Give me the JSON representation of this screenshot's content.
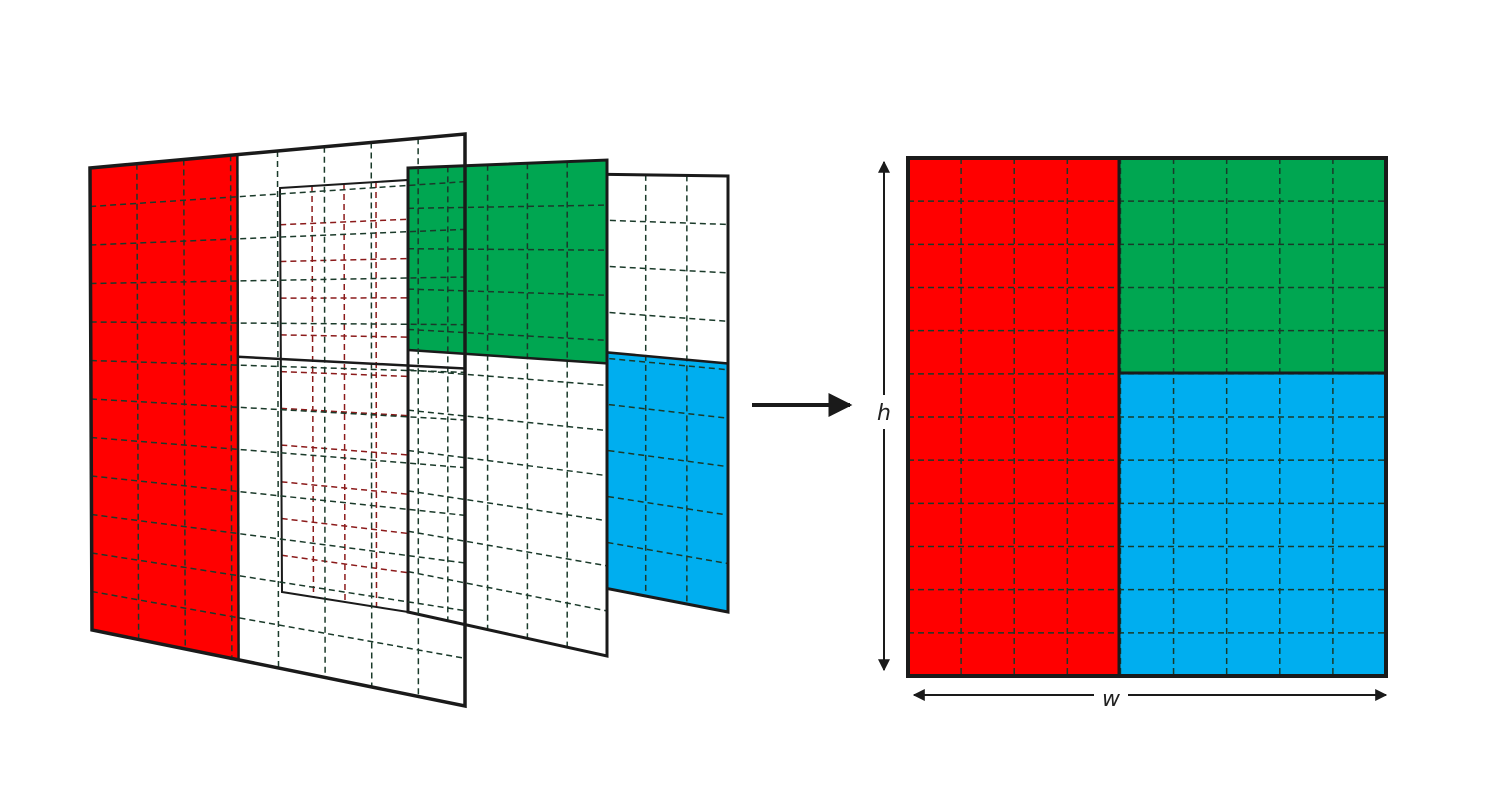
{
  "colors": {
    "red": "#ff0000",
    "green": "#00a651",
    "blue": "#00aeef",
    "white": "#ffffff",
    "border": "#1a1a1a",
    "grid_dark": "#1a3a2a",
    "grid_red": "#8b1a1a"
  },
  "layers": [
    {
      "name": "layer-front",
      "fill_region": "left-third",
      "fill": "red"
    },
    {
      "name": "layer-middle",
      "fill_region": "top-right",
      "fill": "green"
    },
    {
      "name": "layer-back",
      "fill_region": "bottom-half",
      "fill": "blue"
    }
  ],
  "output_map": {
    "regions": [
      {
        "name": "left",
        "fill": "red"
      },
      {
        "name": "top-right",
        "fill": "green"
      },
      {
        "name": "bottom-right",
        "fill": "blue"
      }
    ]
  },
  "labels": {
    "height": "h",
    "width": "w"
  },
  "icons": {
    "transform_arrow": "arrow-right-icon",
    "height_arrow": "double-arrow-vertical-icon",
    "width_arrow": "double-arrow-horizontal-icon"
  }
}
